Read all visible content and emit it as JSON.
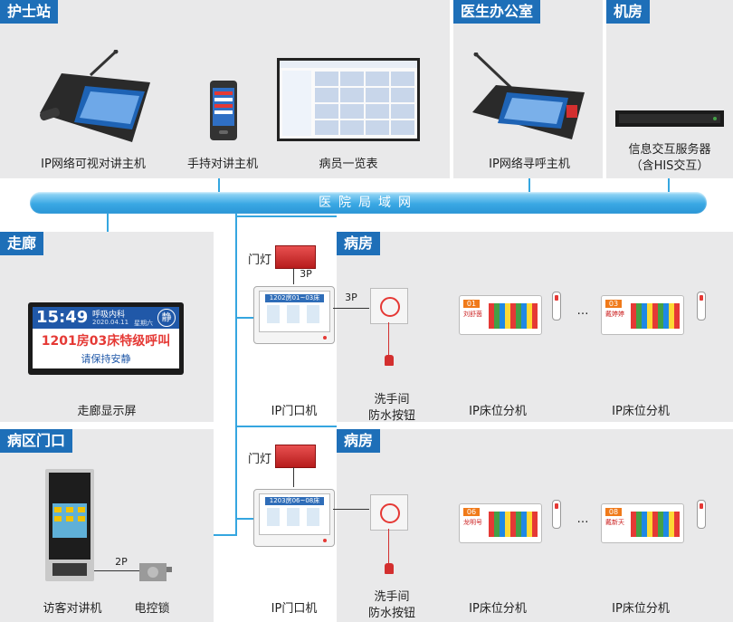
{
  "sections": {
    "nurse_station": "护士站",
    "doctor_office": "医生办公室",
    "server_room": "机房",
    "corridor": "走廊",
    "ward_gate": "病区门口",
    "ward_1": "病房",
    "ward_2": "病房"
  },
  "bus_label": "医院局域网",
  "devices": {
    "video_intercom_host": "IP网络可视对讲主机",
    "handheld_host": "手持对讲主机",
    "patient_list": "病员一览表",
    "paging_host": "IP网络寻呼主机",
    "server_line1": "信息交互服务器",
    "server_line2": "（含HIS交互）",
    "corridor_display": "走廊显示屏",
    "visitor_intercom": "访客对讲机",
    "electric_lock": "电控锁",
    "door_unit": "IP门口机",
    "wash_line1": "洗手间",
    "wash_line2": "防水按钮",
    "bed_unit": "IP床位分机"
  },
  "wiring": {
    "door_lamp": "门灯",
    "three_p": "3P",
    "two_p": "2P",
    "ellipsis": "…"
  },
  "corridor_screen": {
    "time": "15:49",
    "dept": "呼吸内科",
    "date": "2020.04.11",
    "weekday": "星期六",
    "quiet_badge": "静",
    "alert": "1201房03床特级呼叫",
    "notice": "请保持安静"
  },
  "door_screens": {
    "ward1_title": "1202房01~03床",
    "ward2_title": "1203房06~08床"
  },
  "bed_cards": [
    {
      "num": "01",
      "name": "刘舒茵"
    },
    {
      "num": "03",
      "name": "戴婷婷"
    },
    {
      "num": "06",
      "name": "龙明号"
    },
    {
      "num": "08",
      "name": "戴新天"
    }
  ],
  "colors": {
    "tag_blue": "#1e6fb8",
    "bus_blue": "#3aa8e4",
    "panel_gray": "#e9e9ea",
    "alert_red": "#e53935"
  }
}
